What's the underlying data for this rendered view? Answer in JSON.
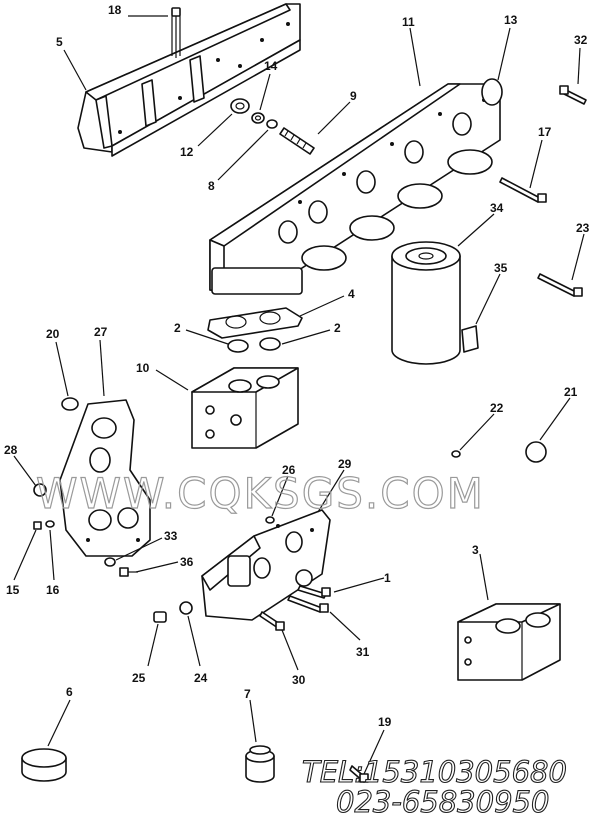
{
  "callouts": [
    {
      "id": "c18",
      "label": "18"
    },
    {
      "id": "c5",
      "label": "5"
    },
    {
      "id": "c11",
      "label": "11"
    },
    {
      "id": "c13",
      "label": "13"
    },
    {
      "id": "c32",
      "label": "32"
    },
    {
      "id": "c14",
      "label": "14"
    },
    {
      "id": "c9",
      "label": "9"
    },
    {
      "id": "c12",
      "label": "12"
    },
    {
      "id": "c8",
      "label": "8"
    },
    {
      "id": "c17",
      "label": "17"
    },
    {
      "id": "c34",
      "label": "34"
    },
    {
      "id": "c23",
      "label": "23"
    },
    {
      "id": "c35",
      "label": "35"
    },
    {
      "id": "c4",
      "label": "4"
    },
    {
      "id": "c2a",
      "label": "2"
    },
    {
      "id": "c2b",
      "label": "2"
    },
    {
      "id": "c20",
      "label": "20"
    },
    {
      "id": "c27",
      "label": "27"
    },
    {
      "id": "c10",
      "label": "10"
    },
    {
      "id": "c22",
      "label": "22"
    },
    {
      "id": "c21",
      "label": "21"
    },
    {
      "id": "c28",
      "label": "28"
    },
    {
      "id": "c26",
      "label": "26"
    },
    {
      "id": "c29",
      "label": "29"
    },
    {
      "id": "c33",
      "label": "33"
    },
    {
      "id": "c36",
      "label": "36"
    },
    {
      "id": "c15",
      "label": "15"
    },
    {
      "id": "c16",
      "label": "16"
    },
    {
      "id": "c1",
      "label": "1"
    },
    {
      "id": "c3",
      "label": "3"
    },
    {
      "id": "c31",
      "label": "31"
    },
    {
      "id": "c25",
      "label": "25"
    },
    {
      "id": "c24",
      "label": "24"
    },
    {
      "id": "c30",
      "label": "30"
    },
    {
      "id": "c6",
      "label": "6"
    },
    {
      "id": "c7",
      "label": "7"
    },
    {
      "id": "c19",
      "label": "19"
    }
  ],
  "watermark": "WWW.CQKSGS.COM",
  "contact": {
    "phone": "TEL:15310305680",
    "phone2": "023-65830950"
  }
}
